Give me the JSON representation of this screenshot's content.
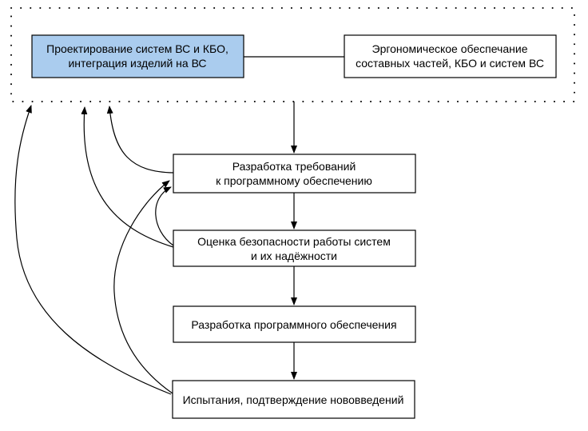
{
  "diagram": {
    "title": "",
    "type": "flowchart",
    "colors": {
      "background": "#ffffff",
      "line": "#000000",
      "design_node_fill": "#aaccee",
      "default_node_fill": "#ffffff"
    },
    "container": {
      "name": "design-phase-dotted-block",
      "border_style": "dotted"
    },
    "nodes": {
      "design": {
        "fill": "#aaccee",
        "label_lines": [
          "Проектирование систем ВС и КБО,",
          "интеграция изделий на ВС"
        ]
      },
      "ergonomics": {
        "fill": "#ffffff",
        "label_lines": [
          "Эргономическое обеспечание",
          "составных частей, КБО и систем ВС"
        ]
      },
      "requirements": {
        "fill": "#ffffff",
        "label_lines": [
          "Разработка требований",
          "к программному обеспечению"
        ]
      },
      "safety": {
        "fill": "#ffffff",
        "label_lines": [
          "Оценка безопасности работы систем",
          "и их надёжности"
        ]
      },
      "development": {
        "fill": "#ffffff",
        "label_lines": [
          "Разработка программного обеспечения"
        ]
      },
      "testing": {
        "fill": "#ffffff",
        "label_lines": [
          "Испытания, подтверждение нововведений"
        ]
      }
    },
    "connections": {
      "flow": [
        {
          "from": "design",
          "to": "ergonomics",
          "style": "plain-line"
        },
        {
          "from": "design-block",
          "to": "requirements",
          "style": "arrow"
        },
        {
          "from": "requirements",
          "to": "safety",
          "style": "arrow"
        },
        {
          "from": "safety",
          "to": "development",
          "style": "arrow"
        },
        {
          "from": "development",
          "to": "testing",
          "style": "arrow"
        }
      ],
      "feedback": [
        {
          "from": "requirements",
          "to": "design-block",
          "style": "curved-arrow"
        },
        {
          "from": "safety",
          "to": "requirements",
          "style": "curved-arrow"
        },
        {
          "from": "safety",
          "to": "design-block",
          "style": "curved-arrow"
        },
        {
          "from": "testing",
          "to": "requirements",
          "style": "curved-arrow"
        },
        {
          "from": "testing",
          "to": "design-block",
          "style": "curved-arrow"
        }
      ]
    }
  }
}
